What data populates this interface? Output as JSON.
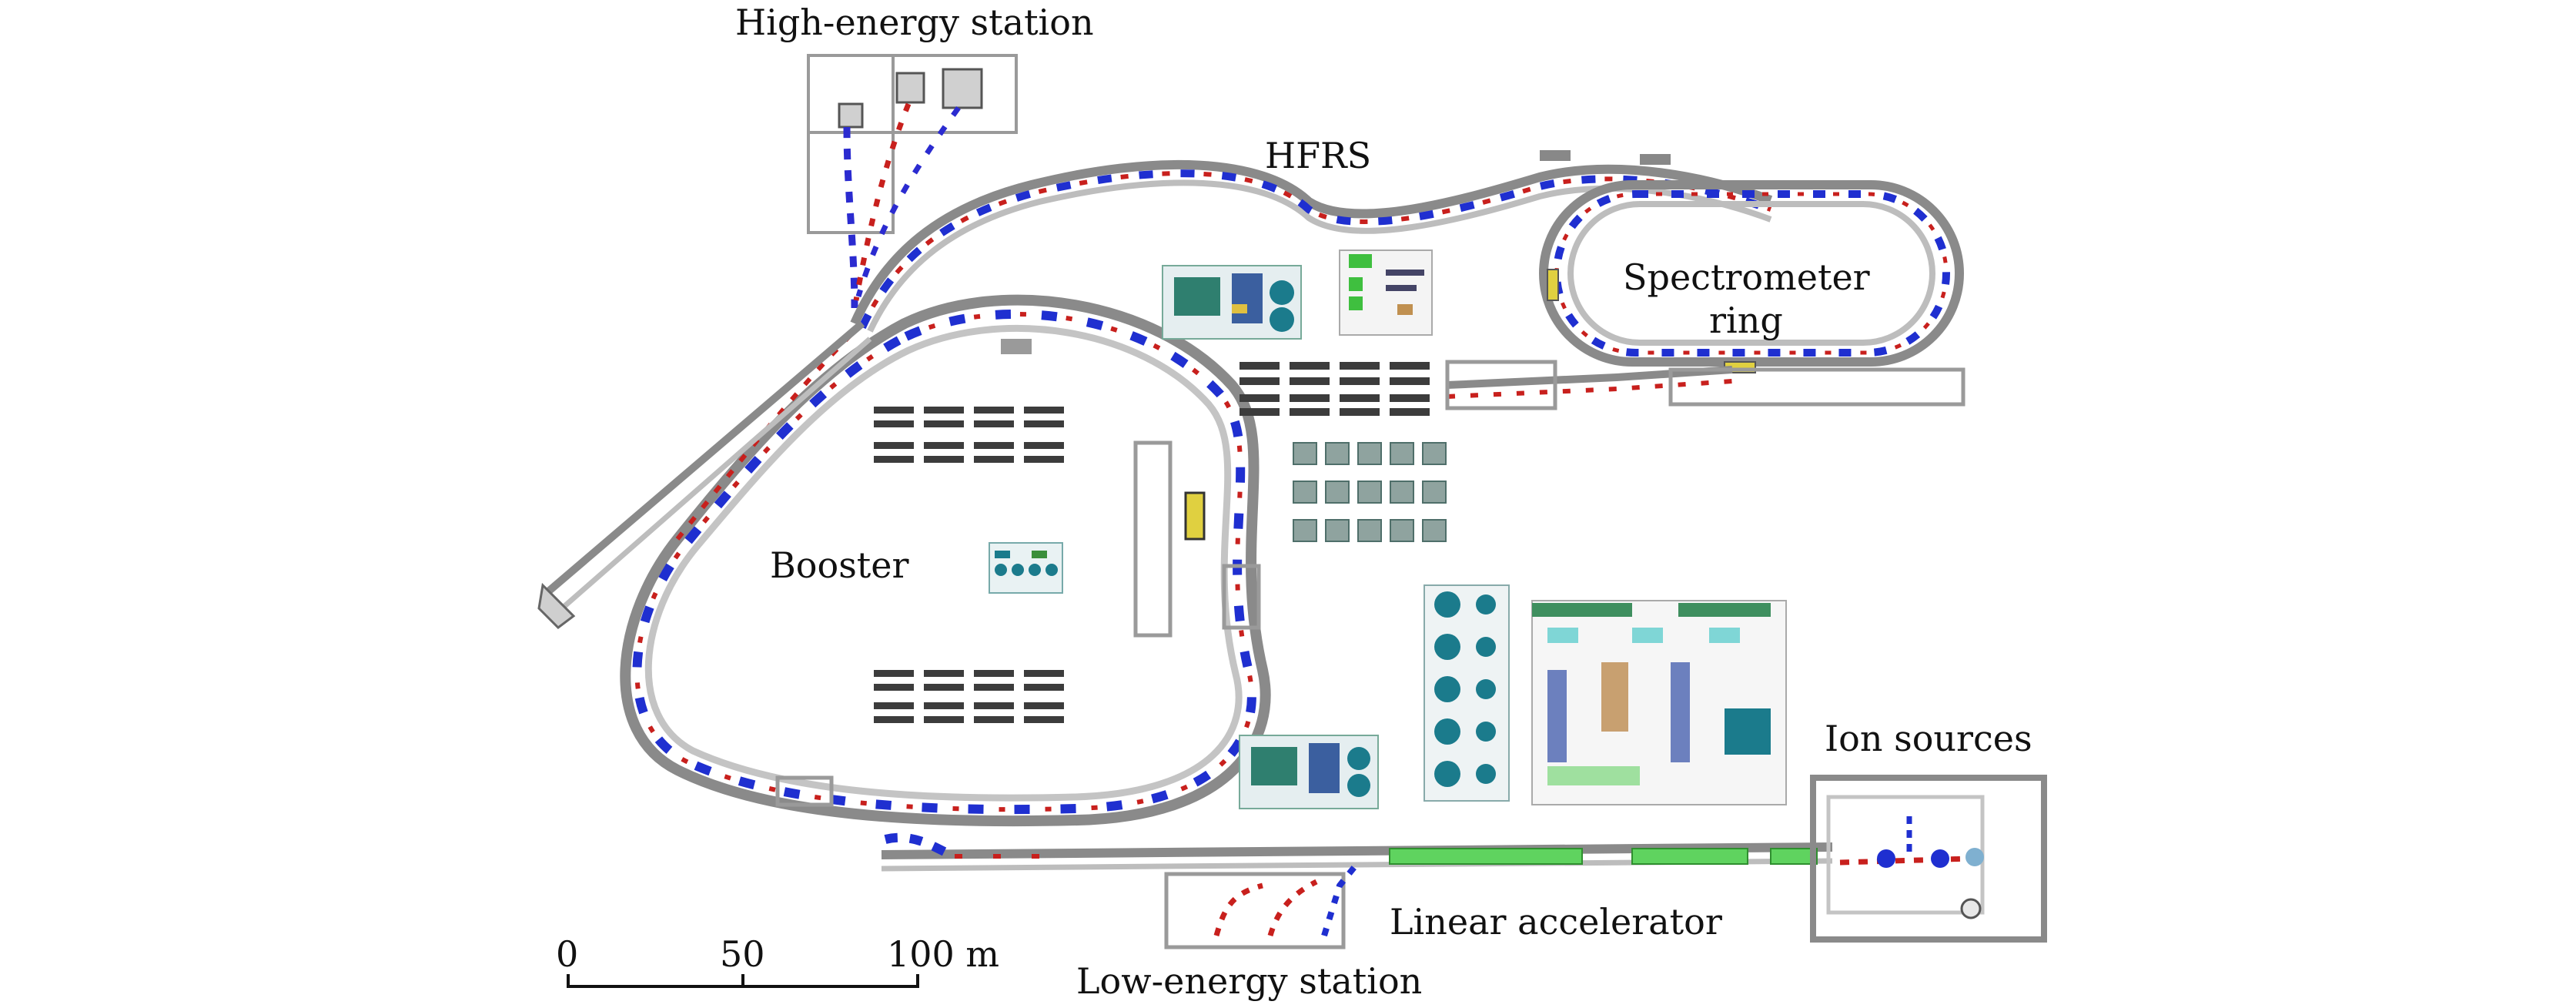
{
  "labels": {
    "high_energy_station": "High-energy station",
    "hfrs": "HFRS",
    "spectrometer_ring_line1": "Spectrometer",
    "spectrometer_ring_line2": "ring",
    "booster": "Booster",
    "ion_sources": "Ion sources",
    "linear_accelerator": "Linear accelerator",
    "low_energy_station": "Low-energy station"
  },
  "scale_bar": {
    "tick_0": "0",
    "tick_50": "50",
    "tick_100": "100 m"
  },
  "colors": {
    "tunnel": "#7f7f7f",
    "tunnel_light": "#d9d9d9",
    "magnet_blue": "#1f2fd0",
    "magnet_red": "#c8201d",
    "linac_green": "#5fd35f",
    "equipment_teal": "#1b7b8c",
    "rack_gray": "#3c3c3c"
  }
}
